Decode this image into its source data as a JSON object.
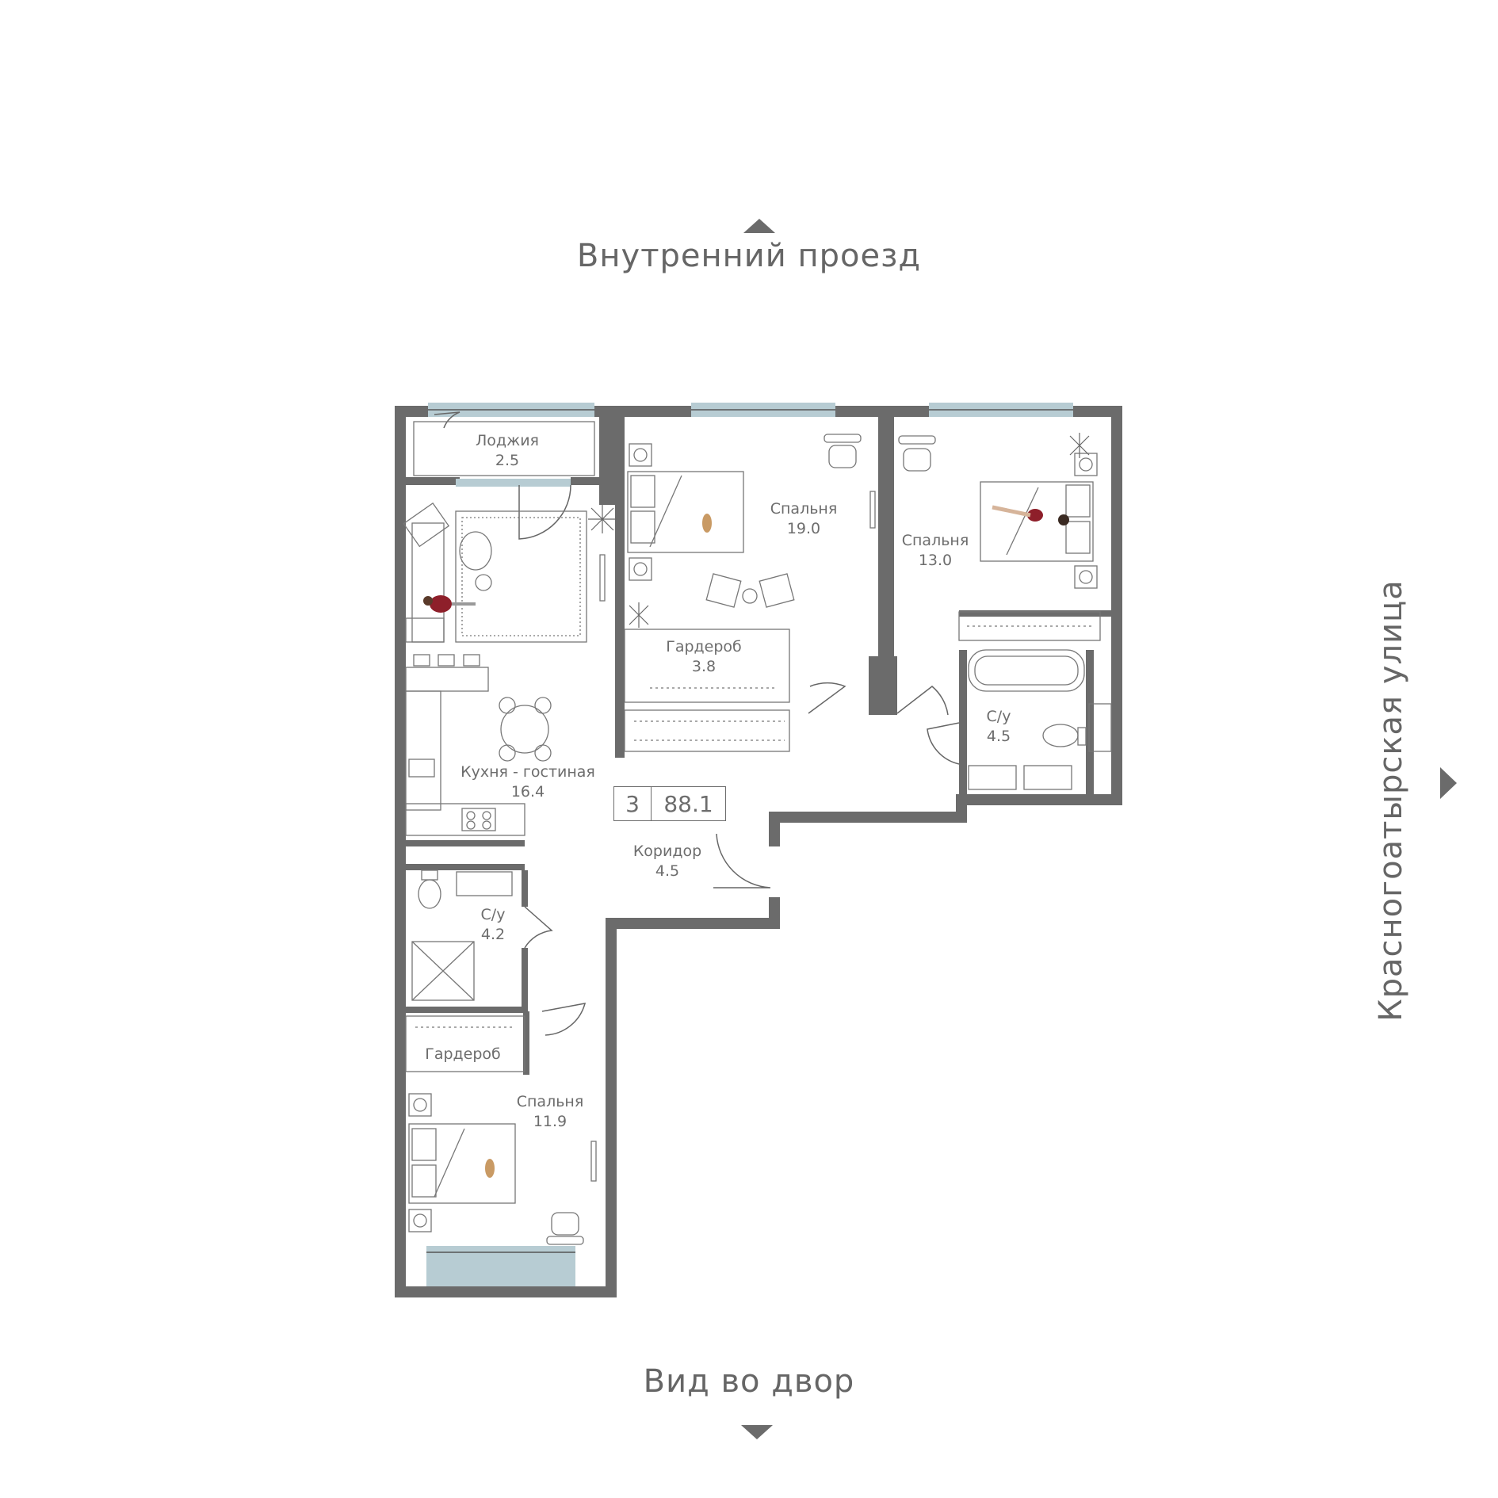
{
  "orientation": {
    "top": "Внутренний проезд",
    "bottom": "Вид во двор",
    "right": "Красногоатырская улица"
  },
  "apartment": {
    "rooms": "3",
    "area": "88.1"
  },
  "rooms": [
    {
      "id": "loggia",
      "name": "Лоджия",
      "area": "2.5"
    },
    {
      "id": "bedroom-1",
      "name": "Спальня",
      "area": "19.0"
    },
    {
      "id": "bedroom-2",
      "name": "Спальня",
      "area": "13.0"
    },
    {
      "id": "wardrobe-1",
      "name": "Гардероб",
      "area": "3.8"
    },
    {
      "id": "kitchen-living",
      "name": "Кухня - гостиная",
      "area": "16.4"
    },
    {
      "id": "bathroom-1",
      "name": "С/у",
      "area": "4.5"
    },
    {
      "id": "corridor",
      "name": "Коридор",
      "area": "4.5"
    },
    {
      "id": "bathroom-2",
      "name": "С/у",
      "area": "4.2"
    },
    {
      "id": "wardrobe-2",
      "name": "Гардероб",
      "area": ""
    },
    {
      "id": "bedroom-3",
      "name": "Спальня",
      "area": "11.9"
    }
  ],
  "colors": {
    "wall": "#6b6b6b",
    "window": "#b7ccd3",
    "furniture": "#777777",
    "text": "#6d6d6d",
    "accent": "#8e1f2a"
  }
}
